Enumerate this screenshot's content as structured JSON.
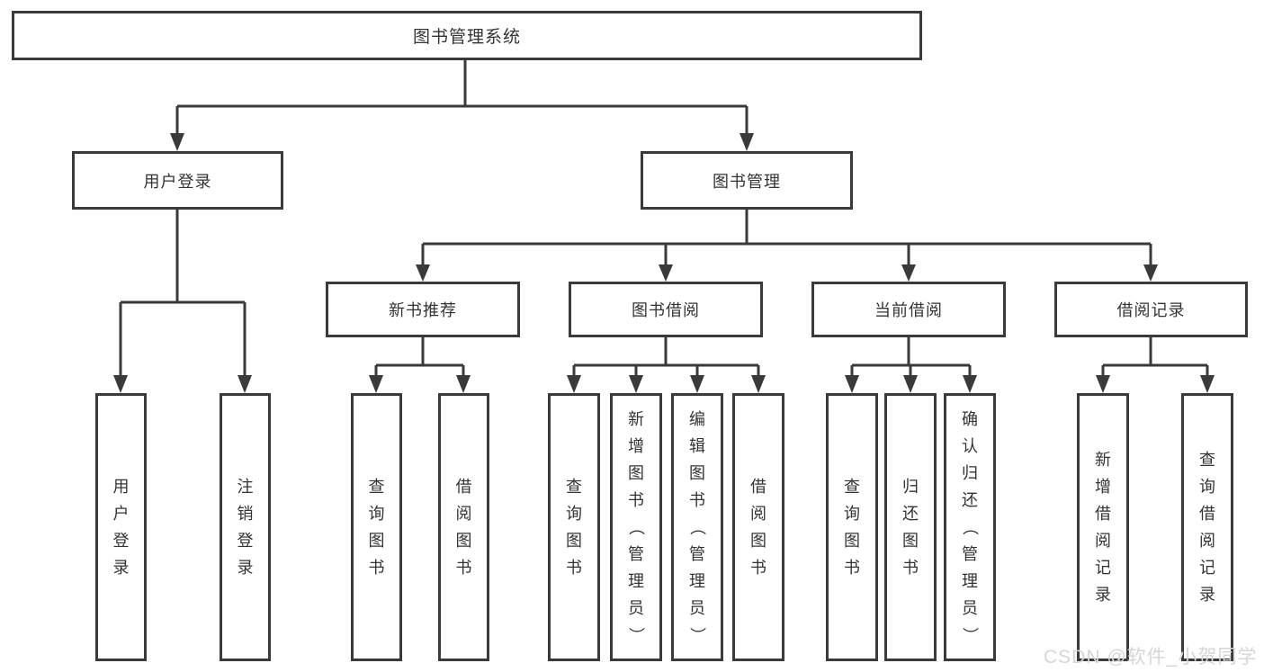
{
  "diagram_title": "图书管理系统",
  "tree": {
    "label": "图书管理系统",
    "children": [
      {
        "label": "用户登录",
        "children": [
          {
            "label": "用户登录"
          },
          {
            "label": "注销登录"
          }
        ]
      },
      {
        "label": "图书管理",
        "children": [
          {
            "label": "新书推荐",
            "children": [
              {
                "label": "查询图书"
              },
              {
                "label": "借阅图书"
              }
            ]
          },
          {
            "label": "图书借阅",
            "children": [
              {
                "label": "查询图书"
              },
              {
                "label": "新增图书（管理员）"
              },
              {
                "label": "编辑图书（管理员）"
              },
              {
                "label": "借阅图书"
              }
            ]
          },
          {
            "label": "当前借阅",
            "children": [
              {
                "label": "查询图书"
              },
              {
                "label": "归还图书"
              },
              {
                "label": "确认归还（管理员）"
              }
            ]
          },
          {
            "label": "借阅记录",
            "children": [
              {
                "label": "新增借阅记录"
              },
              {
                "label": "查询借阅记录"
              }
            ]
          }
        ]
      }
    ]
  },
  "watermark": "CSDN @软件_小贺同学",
  "colors": {
    "line": "#3a3a3a",
    "text": "#333333",
    "watermark": "#d6d6d6",
    "background": "#ffffff"
  }
}
